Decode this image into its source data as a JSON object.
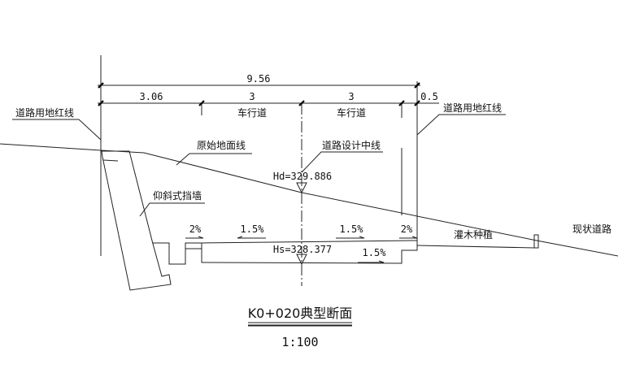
{
  "dimensions": {
    "total": "9.56",
    "segments": [
      "3.06",
      "3",
      "3",
      "0.5"
    ]
  },
  "lane_labels": [
    "车行道",
    "车行道"
  ],
  "annotations": {
    "row_line_left": "道路用地红线",
    "row_line_right": "道路用地红线",
    "original_ground": "原始地面线",
    "centerline": "道路设计中线",
    "retaining_wall": "仰斜式挡墙",
    "shrub_planting": "灌木种植",
    "existing_road": "现状道路"
  },
  "elevations": {
    "hd": "Hd=329.886",
    "hs": "Hs=328.377"
  },
  "slopes": {
    "left_side": "2%",
    "left_lane": "1.5%",
    "right_lane": "1.5%",
    "right_side": "2%",
    "base": "1.5%"
  },
  "title": "K0+020典型断面",
  "scale": "1:100"
}
